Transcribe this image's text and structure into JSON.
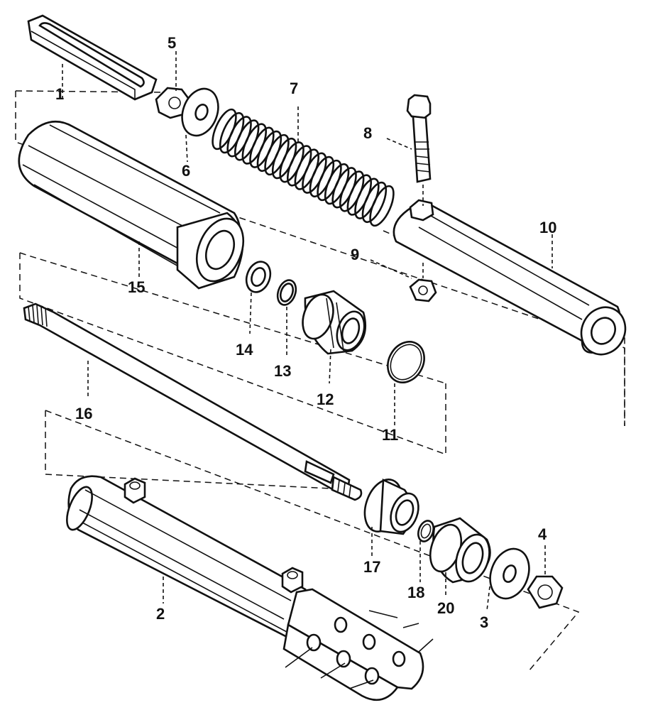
{
  "diagram": {
    "parts": [
      {
        "id": "p1",
        "number": "1",
        "depicts": "slotted-link"
      },
      {
        "id": "p2",
        "number": "2",
        "depicts": "outer-cylinder-with-clevis"
      },
      {
        "id": "p3",
        "number": "3",
        "depicts": "washer"
      },
      {
        "id": "p4",
        "number": "4",
        "depicts": "nut"
      },
      {
        "id": "p5",
        "number": "5",
        "depicts": "nut"
      },
      {
        "id": "p6",
        "number": "6",
        "depicts": "washer"
      },
      {
        "id": "p7",
        "number": "7",
        "depicts": "coil-spring"
      },
      {
        "id": "p8",
        "number": "8",
        "depicts": "bolt"
      },
      {
        "id": "p9",
        "number": "9",
        "depicts": "nut"
      },
      {
        "id": "p10",
        "number": "10",
        "depicts": "tube"
      },
      {
        "id": "p11",
        "number": "11",
        "depicts": "snap-ring"
      },
      {
        "id": "p12",
        "number": "12",
        "depicts": "bushing"
      },
      {
        "id": "p13",
        "number": "13",
        "depicts": "o-ring"
      },
      {
        "id": "p14",
        "number": "14",
        "depicts": "ring"
      },
      {
        "id": "p15",
        "number": "15",
        "depicts": "spring-housing"
      },
      {
        "id": "p16",
        "number": "16",
        "depicts": "threaded-rod"
      },
      {
        "id": "p17",
        "number": "17",
        "depicts": "bushing"
      },
      {
        "id": "p18",
        "number": "18",
        "depicts": "o-ring"
      },
      {
        "id": "p20",
        "number": "20",
        "depicts": "sleeve"
      }
    ]
  }
}
